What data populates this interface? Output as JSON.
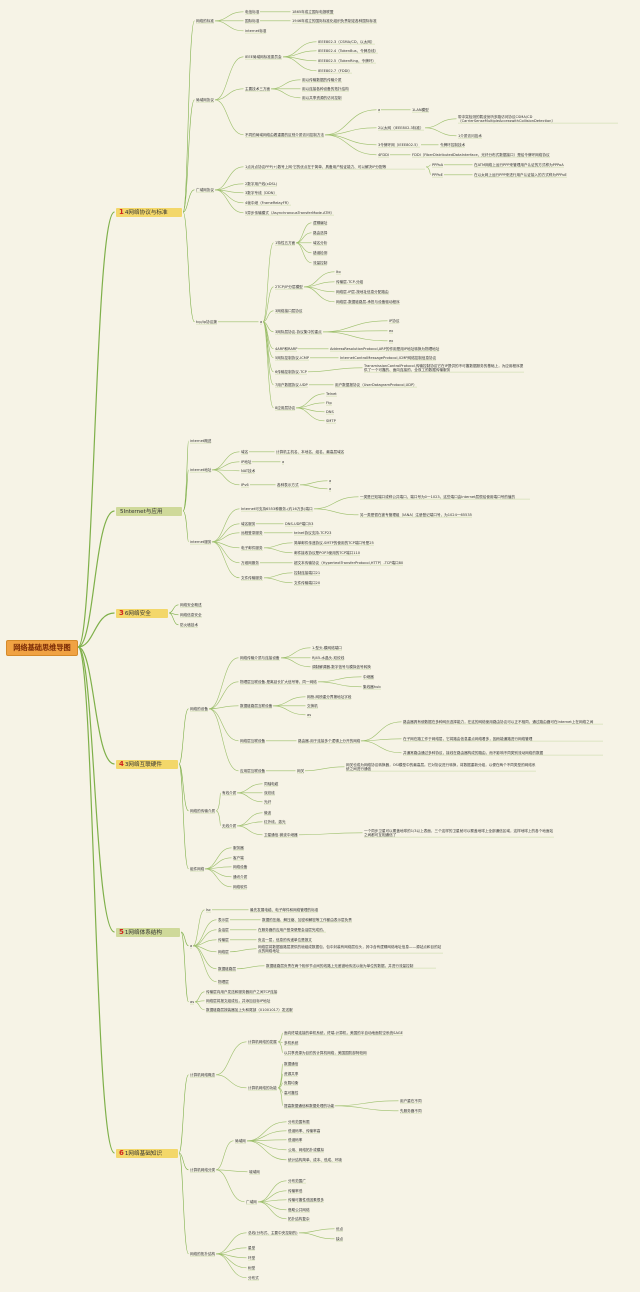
{
  "root": "网络基础思维导图",
  "categories": [
    {
      "num": "1",
      "label": "4网络协议与标准",
      "color": "#f3d76a"
    },
    {
      "num": "",
      "label": "5Internet与应用",
      "color": "#cfd99a"
    },
    {
      "num": "3",
      "label": "6网络安全",
      "color": "#f3d76a"
    },
    {
      "num": "4",
      "label": "3网络互联硬件",
      "color": "#f3d76a"
    },
    {
      "num": "5",
      "label": "1网络体系结构",
      "color": "#cfd99a"
    },
    {
      "num": "6",
      "label": "1网络基础知识",
      "color": "#f3d76a"
    }
  ],
  "texts": {
    "t001": "网络的标准",
    "t002": "电信标准",
    "t003": "1865年成立国际电报联盟",
    "t004": "国际标准",
    "t005": "1946年成立的国际标准化组织负责制定各种国际标准",
    "t006": "internet标准",
    "t007": "局域网协议",
    "t008": "IEEE局域网标准委员会",
    "t009": "IEEE802.3（CSMA/CD，以太网）",
    "t010": "IEEE802.4（TokenBus，令牌总线）",
    "t011": "IEEE802.5（TokenRing，令牌环）",
    "t012": "IEEE802.7（FDDI）",
    "t013": "主要技术三方面",
    "t014": "用以传输数据的传输介质",
    "t015": "用以连接各种设备的拓扑结构",
    "t016": "用以共享资源的访问控制",
    "t017": "不同的局域网络由着重要的区别介质访问控制方法",
    "t018": "a",
    "t019": "1LAN模型",
    "t020": "2以太网（IEEE802.3标准）",
    "t021": "带冲突检测的载波侦听多路访问协议CSMA/CD（CarrierSenseMultipleAccesswithCollisionDetection）",
    "t022": "1介质访问技术",
    "t023": "3令牌环网（IEEE802.5）",
    "t024": "令牌环控制技术",
    "t025": "4FDDI",
    "t026": "FDDI（FiberDistributedDataInterface，光纤分布式数据接口）是给令牌环网络协议",
    "t027": "广域网协议",
    "t028": "1点对点协议PPP(+)数号上网·它的优点在于简单、具备用户验证能力、可以解决IP分配等",
    "t029": "PPPoA",
    "t030": "在ATM网络上运行PPP来管理用户认证的方式称为PPPoA",
    "t031": "PPPoE",
    "t032": "在以太网上运行PPP来进行用户认证接入的方式称为PPPoE",
    "t033": "2数字用户线(xDSL)",
    "t034": "3数字专线（DDN）",
    "t035": "4帧中继（FrameRelayFR）",
    "t036": "5异步传输模式（AsynchronousTransferMode.ATM）",
    "t037": "tcp/ip协议簇",
    "t038": "a",
    "t039": "1特性五方面",
    "t040": "逻辑编址",
    "t041": "路由选择",
    "t042": "域名分析",
    "t043": "错误检测",
    "t044": "流量控制",
    "t045": "2TCP/IP分层模型",
    "t046": "Ito",
    "t047": "传输层-TCP-分组",
    "t048": "网络层-IP层-按地址信息分配路由",
    "t049": "网络层-数据链路层-承担与设备驱动程序",
    "t050": "3网络接口层协议",
    "t051": "3网际层协议-协议集中的重点",
    "t052": "IP协议",
    "t053": "ex",
    "t054": "ex",
    "t055": "4ARP和RARP",
    "t056": "AddressResolutionProtocol,ARP的作用是用IP地址转换为物理地址",
    "t057": "5网际控制协议-ICMP",
    "t058": "InternetControlMessageProtocol,ICMP网络控制信息协议",
    "t059": "6传输控制协议-TCP",
    "t060": "TransmissionControlProtocol,传输控制协议它在IP提供的不可靠数据服务的基础上，为应用程序提供了一个可靠的、面向连接的、全双工的数据传输服务",
    "t061": "7用户数据协议-UDP",
    "t062": "用户数据报协议（UserDatagramProtocol,UDP）",
    "t063": "8应用层协议",
    "t064": "Telnet",
    "t065": "Ftp",
    "t066": "DNS",
    "t067": "SMTP",
    "t101": "internet概述",
    "t102": "internet地址",
    "t103": "域名",
    "t104": "计算机主机名、本地名、组名、最高层域名",
    "t105": "IP地址",
    "t106": "a",
    "t107": "NAT技术",
    "t108": "IPv6",
    "t109": "各种表示方式",
    "t110": "a",
    "t111": "a",
    "t112": "internet服务",
    "t113": "Internet可支持6553种服务-(约16万多)端口",
    "t114": "一类是已知端口或称公共端口，端口号为0一1023，这些端口由Internet层很给使用端口号的值的",
    "t115": "另一类是很在被专管理组（IANA）注册登记端口号，为1024一65535",
    "t116": "域名服务",
    "t117": "DNS-UDP端口53",
    "t118": "远程登录服务",
    "t119": "telnet协议支持-TCP23",
    "t120": "电子邮件服务",
    "t121": "简单邮件传递协议-SMTP的使用的TCP端口号是25",
    "t122": "邮件接收协议是POP3使用的TCP端口110",
    "t123": "万维网服务",
    "t124": "超文本传输协议（HypertextTransferProtocol,HTTP）-TCP端口80",
    "t125": "文件传输服务",
    "t126": "控制连接端口21",
    "t127": "文件传输端口20",
    "t201": "网络安全概述",
    "t202": "网络信息安全",
    "t203": "防火墙技术",
    "t301": "网络的设备",
    "t302": "网络传输介质与连接设备",
    "t303": "1.型头-模网络端口",
    "t304": "RJ45-水晶头-双绞线",
    "t305": "调制解调器-数字信号与模拟信号转换",
    "t306": "物理层互联设备-是离延长扩大信号等，同一网络",
    "t307": "中继器",
    "t308": "集线器hub",
    "t309": "数据链路层互联设备",
    "t310": "网桥-网桥重分界第地址字段",
    "t311": "交换机",
    "t312": "as",
    "t313": "网络层互联设备",
    "t314": "路由器-用于连接多个逻辑上分开的网络",
    "t315": "路由器具有使数据在多种网页选择能力，在这的网络使用路由协议可以正不相同，通过路由器可在Internet上在网络之间",
    "t316": "在子网在路工作于网络层，它将路由信息重点网络看多，因而能通路进行网络管理",
    "t317": "并通常路由通过多种协议，接线在路由器构成的路由，而不影响不同类别流动网络的数据",
    "t318": "应用层互联设备",
    "t319": "网关",
    "t320": "网关也成为网络协议转换器，OSI模型中的最高层。它对协议进行转换，将数据重新分组，以便在两个不同类型的网络系统之间进行通信",
    "t321": "网络的传输介质",
    "t322": "有线介质",
    "t323": "同轴电缆",
    "t324": "双绞线",
    "t325": "光纤",
    "t326": "无线介质",
    "t327": "微波",
    "t328": "红外线、激光",
    "t329": "卫星通信-微波中继器",
    "t330": "一个同步卫星可以覆盖地球的1/3以上表面，三个这样的卫星就可以覆盖地球上全部通信区域，这样地球上的各个地面站之间都可互相通信了",
    "t331": "组件网络",
    "t332": "服务器",
    "t333": "客户端",
    "t334": "网络设备",
    "t335": "通讯介质",
    "t336": "网络软件",
    "t401": "a",
    "t402": "Isc",
    "t403": "最先发展电缆、电子邮件和网络管理的标准",
    "t404": "表示层",
    "t405": "数据的压缩、解压缩、加密和解密等工作都由表示层负责",
    "t406": "会话层",
    "t407": "在服务器的应用户登录便是会话层完成的。",
    "t408": "传输层",
    "t409": "负这一层，信息的传递单位是报文",
    "t410": "网络层",
    "t411": "网络层将数据链路层提供的帧组成数据包，包中封装有网络层包头，其中含有逻辑网络地址信息——源站点和目的站点的网络地址",
    "t412": "数据链路层",
    "t413": "数据链路层负责在两个相邻节点间的线路上无差错地传送以帧为单位的数据，并进行流量控制",
    "t414": "物理层",
    "t415": "as",
    "t416": "传输层向用户发送和服务器用户之间TCP连接",
    "t417": "网络层将报文组成包，并添加目标IP地址",
    "t418": "数据链路层按装器加上头和尾部（01001017）发送服",
    "t501": "计算机网络概念",
    "t502": "计算机网络的发展",
    "t503": "面向终端连接的单机系统，终端-计算机，美国的半自动地面防空系统SAGE",
    "t504": "多机系统",
    "t505": "以共享资源为目的的计算机网络，美国国防部阿帕网",
    "t506": "计算机网络的功能",
    "t507": "数据通信",
    "t508": "资源共享",
    "t509": "负载均衡",
    "t510": "高可靠性",
    "t511": "提高数据通信和数据处理的功能",
    "t512": "用户重在不同",
    "t513": "先服务器不同",
    "t514": "计算机网络分类",
    "t515": "局域网",
    "t516": "分布范围有限",
    "t517": "低误码率、传输率高",
    "t518": "低误码率",
    "t519": "公用、网络拓扑或模拟",
    "t520": "统计结构简单、成本、低成、环境",
    "t521": "城域网",
    "t522": "广域网",
    "t523": "分布范围广",
    "t524": "传输率低",
    "t525": "传输可靠性低因素很多",
    "t526": "借助公共网络",
    "t527": "拓扑结构复杂",
    "t528": "网络的拓扑结构",
    "t529": "总线(分布式、主要中央控制的)",
    "t530": "优点",
    "t531": "缺点",
    "t532": "星型",
    "t533": "环型",
    "t534": "树型",
    "t535": "分布式"
  }
}
